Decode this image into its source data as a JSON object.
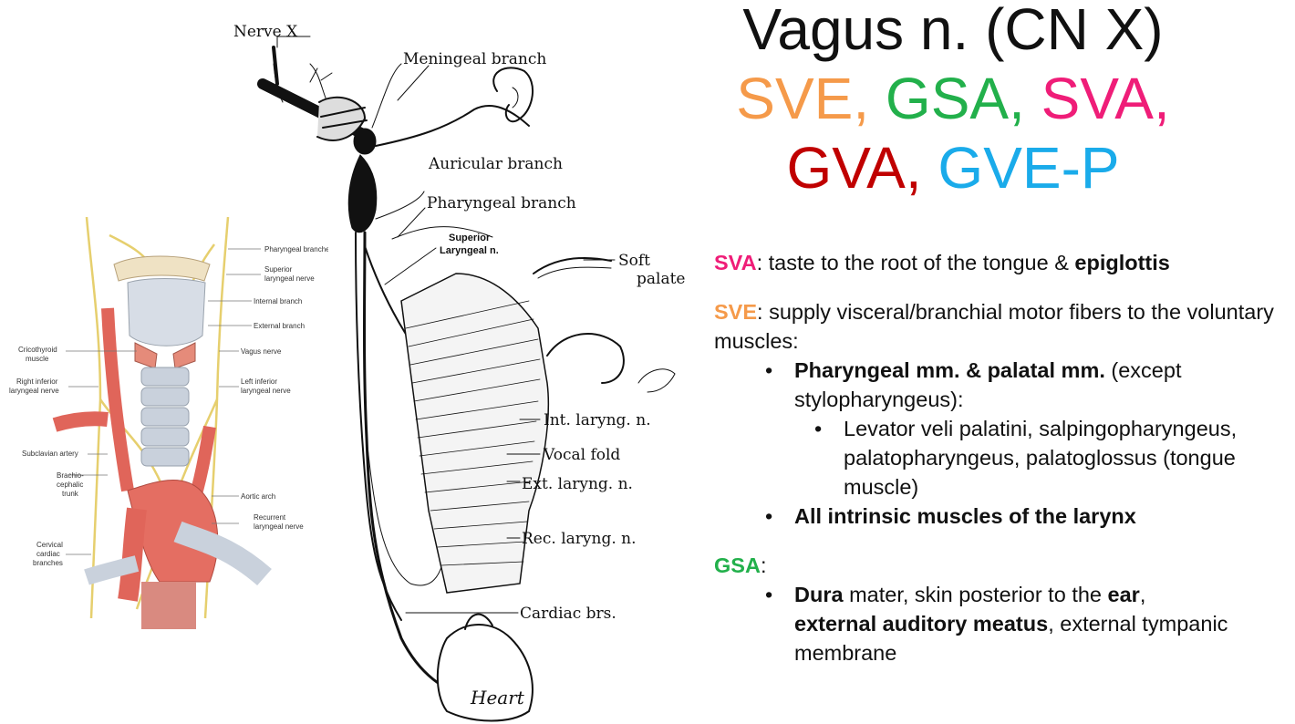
{
  "title": {
    "line1": "Vagus n. (CN X)",
    "parts": [
      {
        "text": "SVE, ",
        "color": "#f59a4a"
      },
      {
        "text": "GSA, ",
        "color": "#22b04b"
      },
      {
        "text": "SVA,",
        "color": "#ef1d78"
      },
      {
        "text": "GVA, ",
        "color": "#c00000"
      },
      {
        "text": "GVE-P",
        "color": "#1aabea"
      }
    ]
  },
  "colors": {
    "sva": "#ef1d78",
    "sve": "#f59a4a",
    "gsa": "#22b04b"
  },
  "sva": {
    "label": "SVA",
    "text1": ": taste to the root of the tongue & ",
    "bold": "epiglottis"
  },
  "sve": {
    "label": "SVE",
    "text": ": supply visceral/branchial motor fibers to the voluntary muscles:",
    "bullet1": {
      "bold": "Pharyngeal mm. & palatal mm.",
      "text": " (except stylopharyngeus):"
    },
    "sub1": "Levator veli palatini, salpingopharyngeus, palatopharyngeus, palatoglossus (tongue muscle)",
    "bullet2": {
      "bold": "All intrinsic muscles of the larynx"
    }
  },
  "gsa": {
    "label": "GSA",
    "colon": ":",
    "bullet": {
      "b1": "Dura",
      "t1": " mater, skin posterior to the ",
      "b2": "ear",
      "t2": ",",
      "b3": "external auditory meatus",
      "t3": ", external tympanic membrane"
    }
  },
  "left_figure": {
    "labels_left": [
      "Cricothyroid",
      "muscle",
      "Right inferior",
      "laryngeal nerve",
      "Subclavian artery",
      "Brachio-",
      "cephalic",
      "trunk",
      "Cervical",
      "cardiac",
      "branches"
    ],
    "labels_right": [
      "Pharyngeal branches",
      "Superior",
      "laryngeal nerve",
      "Internal branch",
      "External branch",
      "Vagus nerve",
      "Left inferior",
      "laryngeal nerve",
      "Aortic arch",
      "Recurrent",
      "laryngeal nerve"
    ]
  },
  "main_figure": {
    "nerve": "Nerve X",
    "meningeal": "Meningeal branch",
    "auricular": "Auricular branch",
    "pharyngeal": "Pharyngeal branch",
    "superior1": "Superior",
    "superior2": "Laryngeal n.",
    "soft1": "Soft",
    "soft2": "palate",
    "int": "Int. laryng. n.",
    "vocal": "Vocal fold",
    "ext": "Ext. laryng. n.",
    "rec": "Rec. laryng. n.",
    "cardiac": "Cardiac brs.",
    "heart": "Heart"
  }
}
